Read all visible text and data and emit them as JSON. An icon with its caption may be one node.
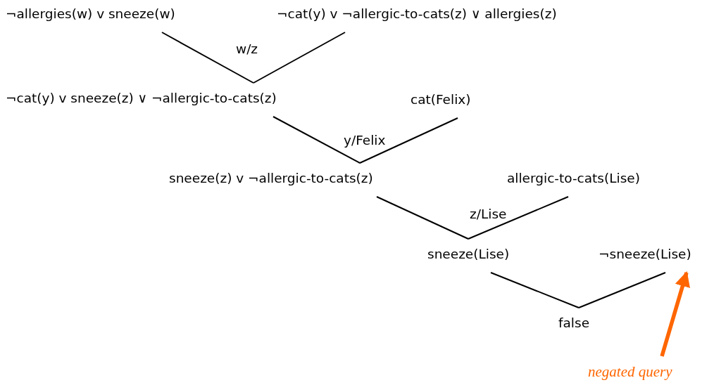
{
  "diagram": {
    "nodes": [
      {
        "text": [
          "¬allergies(w) v sneeze(w)"
        ]
      },
      {
        "text": [
          "¬cat(y) v ¬allergic-to-cats(z) ∨ allergies(z)"
        ]
      },
      {
        "text": [
          "¬cat(y) v sneeze(z) ∨ ¬allergic-to-cats(z)"
        ]
      },
      {
        "text": [
          "cat(Felix)"
        ]
      },
      {
        "text": [
          "sneeze(z) v ¬allergic-to-cats(z)"
        ]
      },
      {
        "text": [
          "allergic-to-cats(Lise)"
        ]
      },
      {
        "text": [
          "sneeze(Lise)"
        ]
      },
      {
        "text": [
          "¬sneeze(Lise)"
        ]
      },
      {
        "text": [
          "false"
        ]
      },
      {
        "text": [
          "negated query"
        ]
      }
    ],
    "edges": [
      {
        "from": 0,
        "to": 2,
        "arrow": "none"
      },
      {
        "from": 1,
        "to": 2,
        "arrow": "none"
      },
      {
        "from": 2,
        "to": 4,
        "arrow": "none"
      },
      {
        "from": 3,
        "to": 4,
        "arrow": "none"
      },
      {
        "from": 4,
        "to": 6,
        "arrow": "none"
      },
      {
        "from": 5,
        "to": 6,
        "arrow": "none"
      },
      {
        "from": 6,
        "to": 8,
        "arrow": "none"
      },
      {
        "from": 7,
        "to": 8,
        "arrow": "none"
      },
      {
        "from": 9,
        "to": 7,
        "arrow": "to",
        "style": "thick",
        "color": "#ff6600"
      }
    ],
    "labels": [
      "w/z",
      "y/Felix",
      "z/Lise"
    ]
  }
}
